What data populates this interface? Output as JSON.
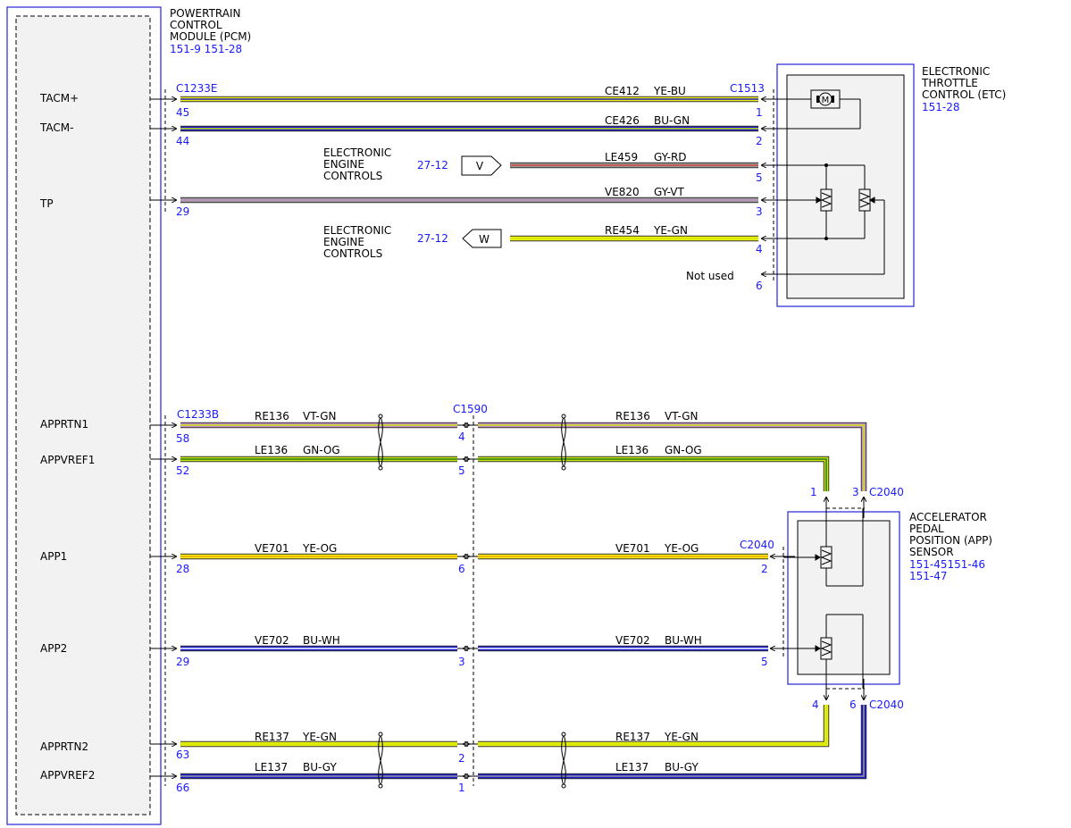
{
  "pcm": {
    "title_lines": [
      "POWERTRAIN",
      "CONTROL",
      "MODULE (PCM)"
    ],
    "refs": "151-9  151-28",
    "pins": [
      "TACM+",
      "TACM-",
      "TP",
      "APPRTN1",
      "APPVREF1",
      "APP1",
      "APP2",
      "APPRTN2",
      "APPVREF2"
    ]
  },
  "etc": {
    "title_lines": [
      "ELECTRONIC",
      "THROTTLE",
      "CONTROL (ETC)"
    ],
    "ref": "151-28",
    "connector": "C1513",
    "not_used": "Not used"
  },
  "app": {
    "title_lines": [
      "ACCELERATOR",
      "PEDAL",
      "POSITION (APP)",
      "SENSOR"
    ],
    "refs_line1": "151-45151-46",
    "refs_line2": "151-47",
    "connector": "C2040"
  },
  "eec": {
    "lines": [
      "ELECTRONIC",
      "ENGINE",
      "CONTROLS"
    ],
    "ref": "27-12",
    "flag_v": "V",
    "flag_w": "W"
  },
  "connectors": {
    "c1233e": "C1233E",
    "c1233b": "C1233B",
    "c1590": "C1590"
  },
  "motor_symbol": "M",
  "wires": {
    "ce412": {
      "circuit": "CE412",
      "color": "YE-BU",
      "pcm_pin": "45",
      "etc_pin": "1"
    },
    "ce426": {
      "circuit": "CE426",
      "color": "BU-GN",
      "pcm_pin": "44",
      "etc_pin": "2"
    },
    "le459": {
      "circuit": "LE459",
      "color": "GY-RD",
      "etc_pin": "5"
    },
    "ve820": {
      "circuit": "VE820",
      "color": "GY-VT",
      "pcm_pin": "29",
      "etc_pin": "3"
    },
    "re454": {
      "circuit": "RE454",
      "color": "YE-GN",
      "etc_pin": "4"
    },
    "notused_pin": "6",
    "re136": {
      "circuit": "RE136",
      "color": "VT-GN",
      "pcm_pin": "58",
      "c1590_pin": "4",
      "app_pin": "3"
    },
    "le136": {
      "circuit": "LE136",
      "color": "GN-OG",
      "pcm_pin": "52",
      "c1590_pin": "5",
      "app_pin": "1"
    },
    "ve701": {
      "circuit": "VE701",
      "color": "YE-OG",
      "pcm_pin": "28",
      "c1590_pin": "6",
      "app_pin": "2"
    },
    "ve702": {
      "circuit": "VE702",
      "color": "BU-WH",
      "pcm_pin": "29",
      "c1590_pin": "3",
      "app_pin": "5"
    },
    "re137": {
      "circuit": "RE137",
      "color": "YE-GN",
      "pcm_pin": "63",
      "c1590_pin": "2",
      "app_pin": "4"
    },
    "le137": {
      "circuit": "LE137",
      "color": "BU-GY",
      "pcm_pin": "66",
      "c1590_pin": "1",
      "app_pin": "6"
    }
  },
  "colors": {
    "frame_blue": "#2626d9",
    "label_blue": "#1a1aff",
    "yellow": "#f2f20d",
    "dark_blue": "#1a1acc",
    "gray": "#9a9a9a",
    "red": "#d14a3a",
    "yellow_green": "#c9e60d",
    "violet": "#c890c8",
    "green": "#2d7a12",
    "orange": "#f2a10d",
    "white": "#ffffff",
    "module_fill": "#f2f2f2"
  }
}
